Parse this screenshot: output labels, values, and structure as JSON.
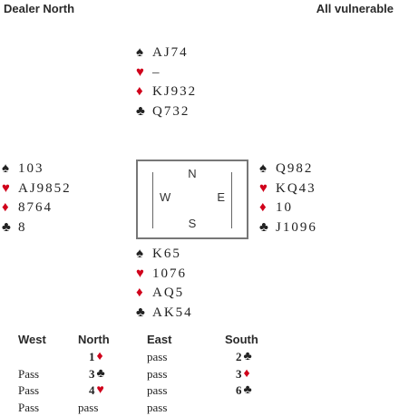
{
  "header": {
    "dealer": "Dealer North",
    "vulnerability": "All vulnerable"
  },
  "colors": {
    "red_suit": "#d0021b",
    "black_suit": "#222222",
    "compass_border": "#777777"
  },
  "hands": {
    "north": {
      "spades": "AJ74",
      "hearts": "–",
      "diamonds": "KJ932",
      "clubs": "Q732"
    },
    "west": {
      "spades": "103",
      "hearts": "AJ9852",
      "diamonds": "8764",
      "clubs": "8"
    },
    "east": {
      "spades": "Q982",
      "hearts": "KQ43",
      "diamonds": "10",
      "clubs": "J1096"
    },
    "south": {
      "spades": "K65",
      "hearts": "1076",
      "diamonds": "AQ5",
      "clubs": "AK54"
    }
  },
  "suit_icons": {
    "spades": "spade-icon",
    "hearts": "heart-icon",
    "diamonds": "diamond-icon",
    "clubs": "club-icon"
  },
  "compass": {
    "n": "N",
    "w": "W",
    "e": "E",
    "s": "S"
  },
  "auction": {
    "headers": [
      "West",
      "North",
      "East",
      "South"
    ],
    "bids": [
      {
        "seat": "north",
        "row": 1,
        "level": "1",
        "suit": "diamonds"
      },
      {
        "seat": "east",
        "row": 1,
        "text": "pass"
      },
      {
        "seat": "south",
        "row": 1,
        "level": "2",
        "suit": "clubs"
      },
      {
        "seat": "west",
        "row": 2,
        "text": "Pass"
      },
      {
        "seat": "north",
        "row": 2,
        "level": "3",
        "suit": "clubs"
      },
      {
        "seat": "east",
        "row": 2,
        "text": "pass"
      },
      {
        "seat": "south",
        "row": 2,
        "level": "3",
        "suit": "diamonds"
      },
      {
        "seat": "west",
        "row": 3,
        "text": "Pass"
      },
      {
        "seat": "north",
        "row": 3,
        "level": "4",
        "suit": "hearts"
      },
      {
        "seat": "east",
        "row": 3,
        "text": "pass"
      },
      {
        "seat": "south",
        "row": 3,
        "level": "6",
        "suit": "clubs"
      },
      {
        "seat": "west",
        "row": 4,
        "text": "Pass"
      },
      {
        "seat": "north",
        "row": 4,
        "text": "pass"
      },
      {
        "seat": "east",
        "row": 4,
        "text": "pass"
      }
    ]
  }
}
